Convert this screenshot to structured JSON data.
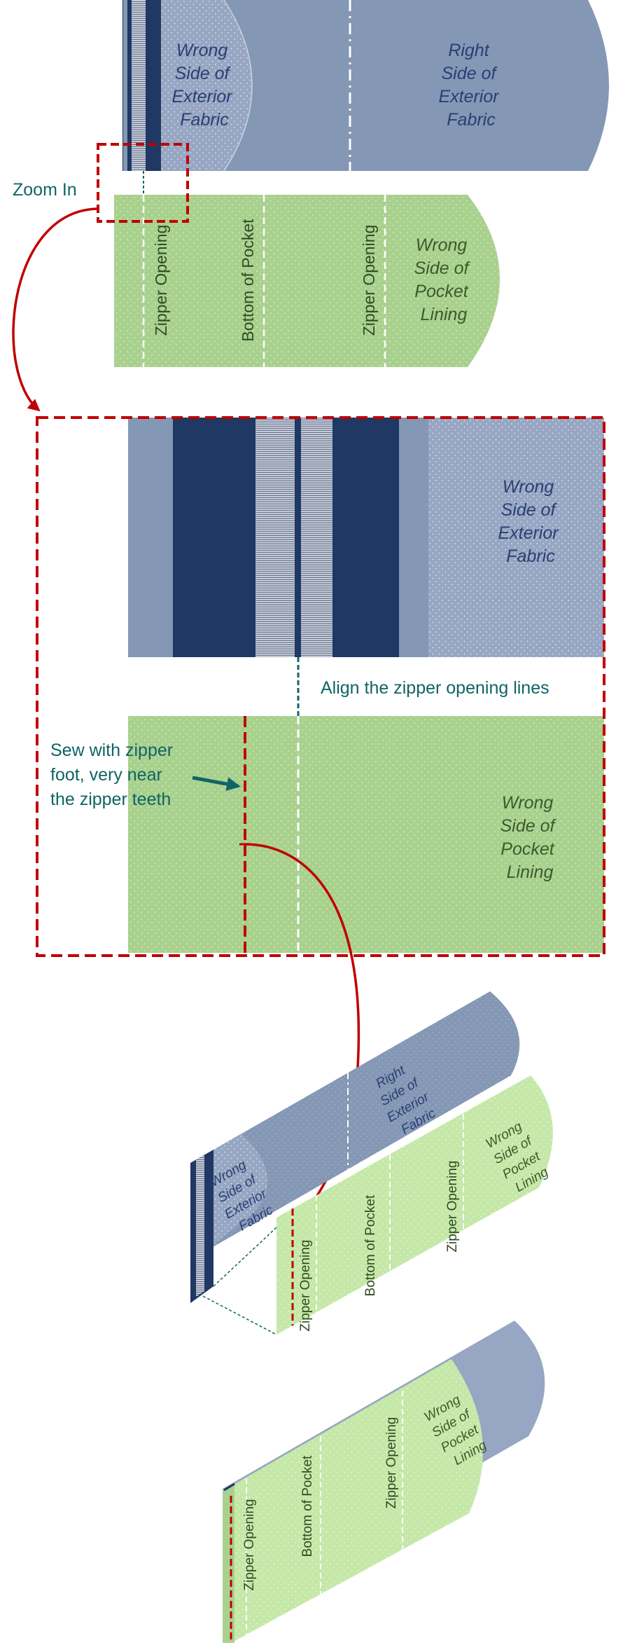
{
  "labels": {
    "zoom_in": "Zoom In",
    "wrong_side_exterior": [
      "Wrong",
      "Side of",
      "Exterior",
      "Fabric"
    ],
    "right_side_exterior": [
      "Right",
      "Side of",
      "Exterior",
      "Fabric"
    ],
    "wrong_side_lining": [
      "Wrong",
      "Side of",
      "Pocket",
      "Lining"
    ],
    "zipper_opening": "Zipper Opening",
    "bottom_of_pocket": "Bottom of Pocket",
    "align_lines": "Align the zipper opening lines",
    "sew_instruction": [
      "Sew with zipper",
      "foot, very near",
      "the zipper teeth"
    ]
  },
  "colors": {
    "exterior_fabric": "#8497b4",
    "exterior_wrong": "#96a6c3",
    "zipper_tape": "#1f3864",
    "lining": "#a9d18e",
    "lining_light": "#c5e8a8",
    "stitch_red": "#c00000",
    "callout_teal": "#116466"
  }
}
